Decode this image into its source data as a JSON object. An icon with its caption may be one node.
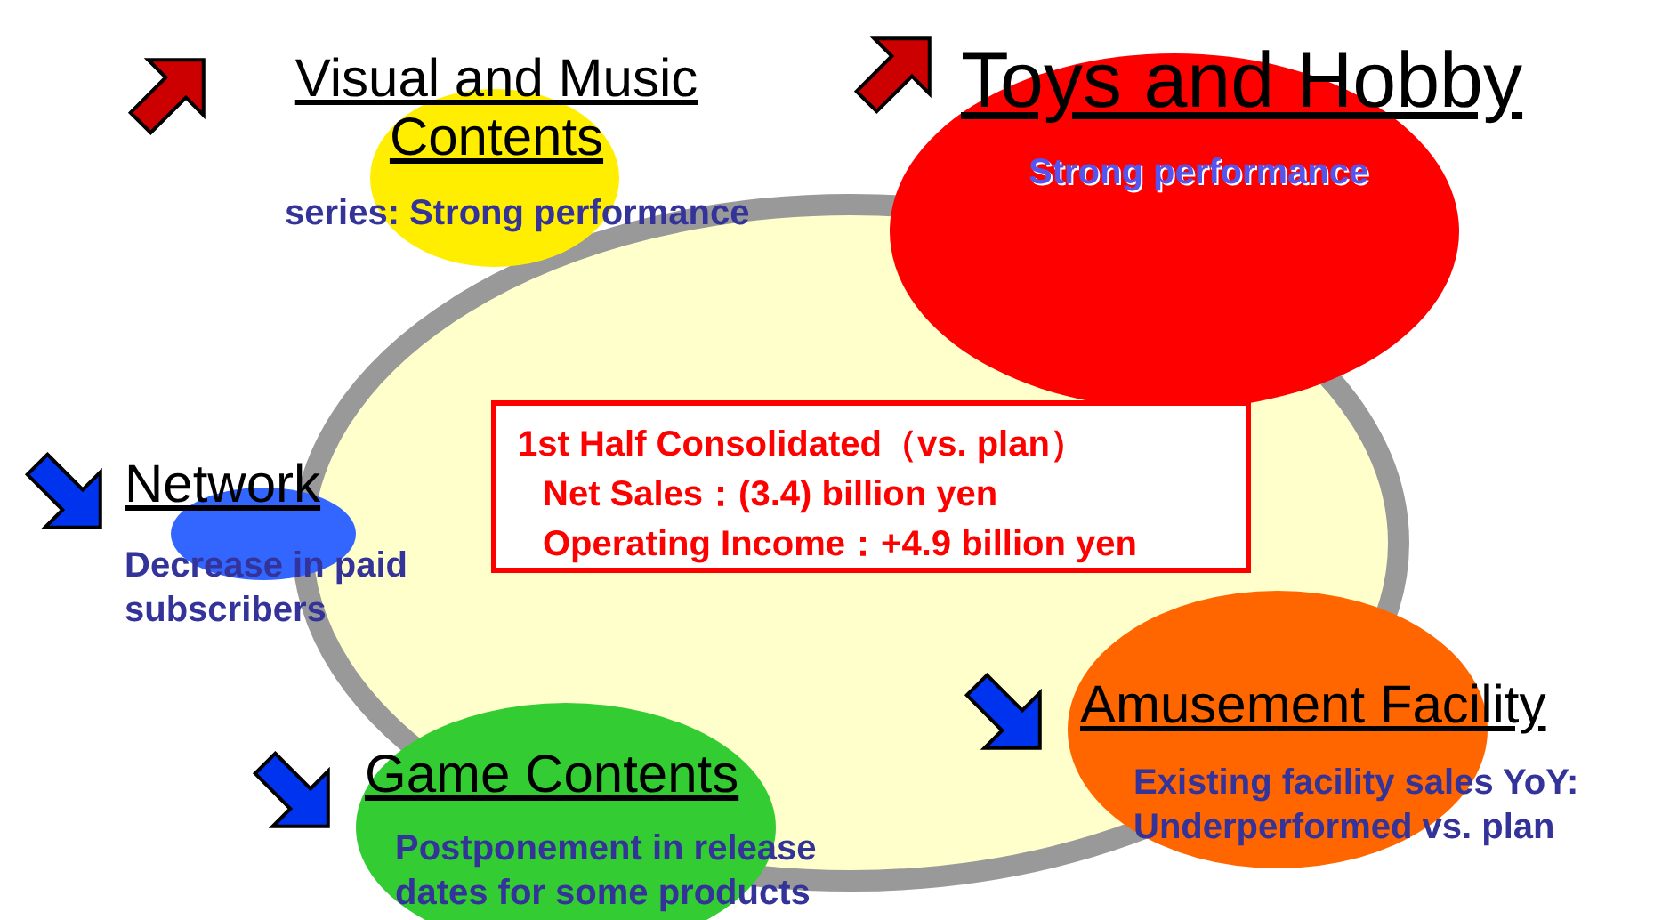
{
  "diagram": {
    "nodes": [
      {
        "text": [
          "Visual and Music Contents",
          "series: Strong performance"
        ]
      },
      {
        "text": [
          "Toys and Hobby",
          "Strong performance"
        ]
      },
      {
        "text": [
          "1st Half Consolidated（vs. plan）",
          "Net Sales：(3.4) billion yen",
          "Operating Income：+4.9 billion yen"
        ]
      },
      {
        "text": [
          "Network",
          "Decrease in paid subscribers"
        ]
      },
      {
        "text": [
          "Amusement Facility",
          "Existing facility sales YoY: Underperformed vs. plan"
        ]
      },
      {
        "text": [
          "Game Contents",
          "Postponement in release dates for some products"
        ]
      }
    ]
  }
}
